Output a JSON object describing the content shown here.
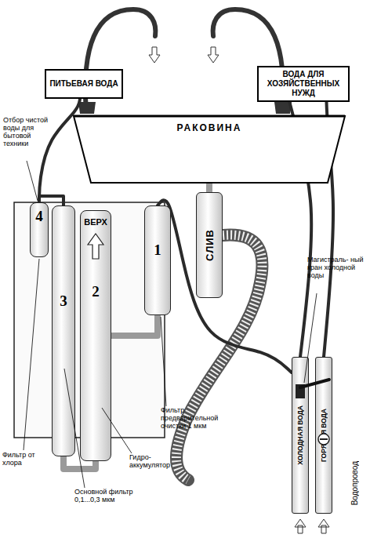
{
  "diagram": {
    "nodes": [
      {
        "text": [
          "ПИТЬЕВАЯ ВОДА"
        ]
      },
      {
        "text": [
          "ВОДА ДЛЯ ХОЗЯЙСТВЕННЫХ НУЖД"
        ]
      },
      {
        "text": [
          "РАКОВИНА"
        ]
      },
      {
        "text": [
          "4"
        ]
      },
      {
        "text": [
          "3"
        ]
      },
      {
        "text": [
          "ВЕРХ",
          "2"
        ]
      },
      {
        "text": [
          "1"
        ]
      },
      {
        "text": [
          "СЛИВ"
        ]
      },
      {
        "text": [
          "ХОЛОДНАЯ ВОДА"
        ]
      },
      {
        "text": [
          "ГОРЯЧАЯ ВОДА"
        ]
      }
    ],
    "edges": [
      {
        "from": 8,
        "to": 6,
        "arrow": "none"
      },
      {
        "from": 6,
        "to": 5,
        "arrow": "none"
      },
      {
        "from": 5,
        "to": 4,
        "arrow": "none"
      },
      {
        "from": 4,
        "to": 3,
        "arrow": "none"
      },
      {
        "from": 3,
        "to": 0,
        "arrow": "none"
      },
      {
        "from": 8,
        "to": 1,
        "arrow": "none"
      },
      {
        "from": 9,
        "to": 1,
        "arrow": "none"
      },
      {
        "from": 2,
        "to": 7,
        "arrow": "none"
      }
    ],
    "labels": [
      "Отбор чистой воды для бытовой техники",
      "Фильтр от хлора",
      "Основной фильтр 0,1...0,3 мкм",
      "Гидро- аккумулятор",
      "Фильтр предварительной очистки 1 мкм",
      "Магистраль- ный кран холодной воды",
      "Водопровод"
    ]
  }
}
